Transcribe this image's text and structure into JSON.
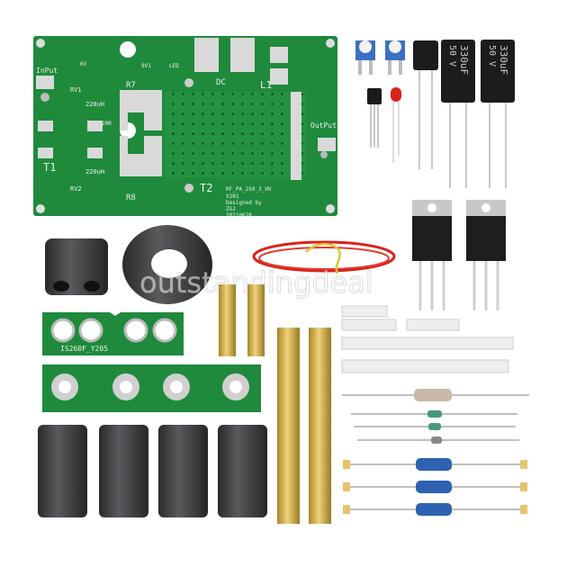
{
  "pcb": {
    "labels": {
      "input": "InPut",
      "output": "OutPut",
      "r7": "R7",
      "r8": "R8",
      "t1": "T1",
      "t2": "T2",
      "l1": "L1",
      "rv1": "RV1",
      "rv2": "RV2",
      "inductor_top": "220uH",
      "inductor_bottom": "220uH",
      "v9": "9V1",
      "led": "LED",
      "dc": "DC",
      "v6": "6V",
      "r20": "20R",
      "board_name": "RF_PA_250_3_HV",
      "version": "V201",
      "designed_by": "Designed by",
      "designer": "ZGJ",
      "date": "20210628"
    }
  },
  "small_board": {
    "label": "IS260F_Y205"
  },
  "capacitors": {
    "value": "330uF",
    "voltage": "50 V"
  },
  "watermark": "outstandingdeal",
  "colors": {
    "pcb_green": "#1f8a3c",
    "ferrite": "#3a3a3c",
    "brass": "#c9a43a",
    "wire_red": "#d8231c",
    "wire_yellow": "#d8c63a"
  }
}
